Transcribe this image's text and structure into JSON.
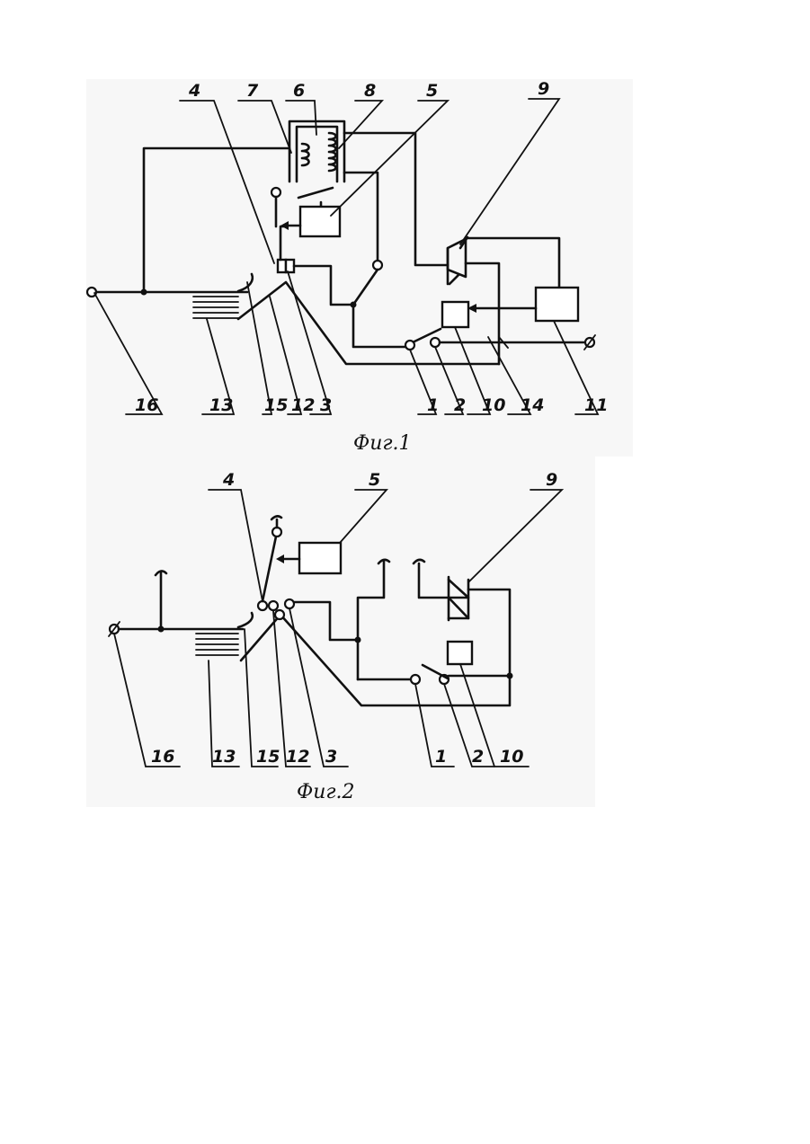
{
  "figure1": {
    "caption": "Фиг.1",
    "labels": {
      "l1": "1",
      "l2": "2",
      "l3": "3",
      "l4": "4",
      "l5": "5",
      "l6": "6",
      "l7": "7",
      "l8": "8",
      "l9": "9",
      "l10": "10",
      "l11": "11",
      "l12": "12",
      "l13": "13",
      "l14": "14",
      "l15": "15",
      "l16": "16"
    }
  },
  "figure2": {
    "caption": "Фиг.2",
    "labels": {
      "l1": "1",
      "l2": "2",
      "l3": "3",
      "l4": "4",
      "l5": "5",
      "l9": "9",
      "l10": "10",
      "l12": "12",
      "l13": "13",
      "l15": "15",
      "l16": "16"
    }
  }
}
